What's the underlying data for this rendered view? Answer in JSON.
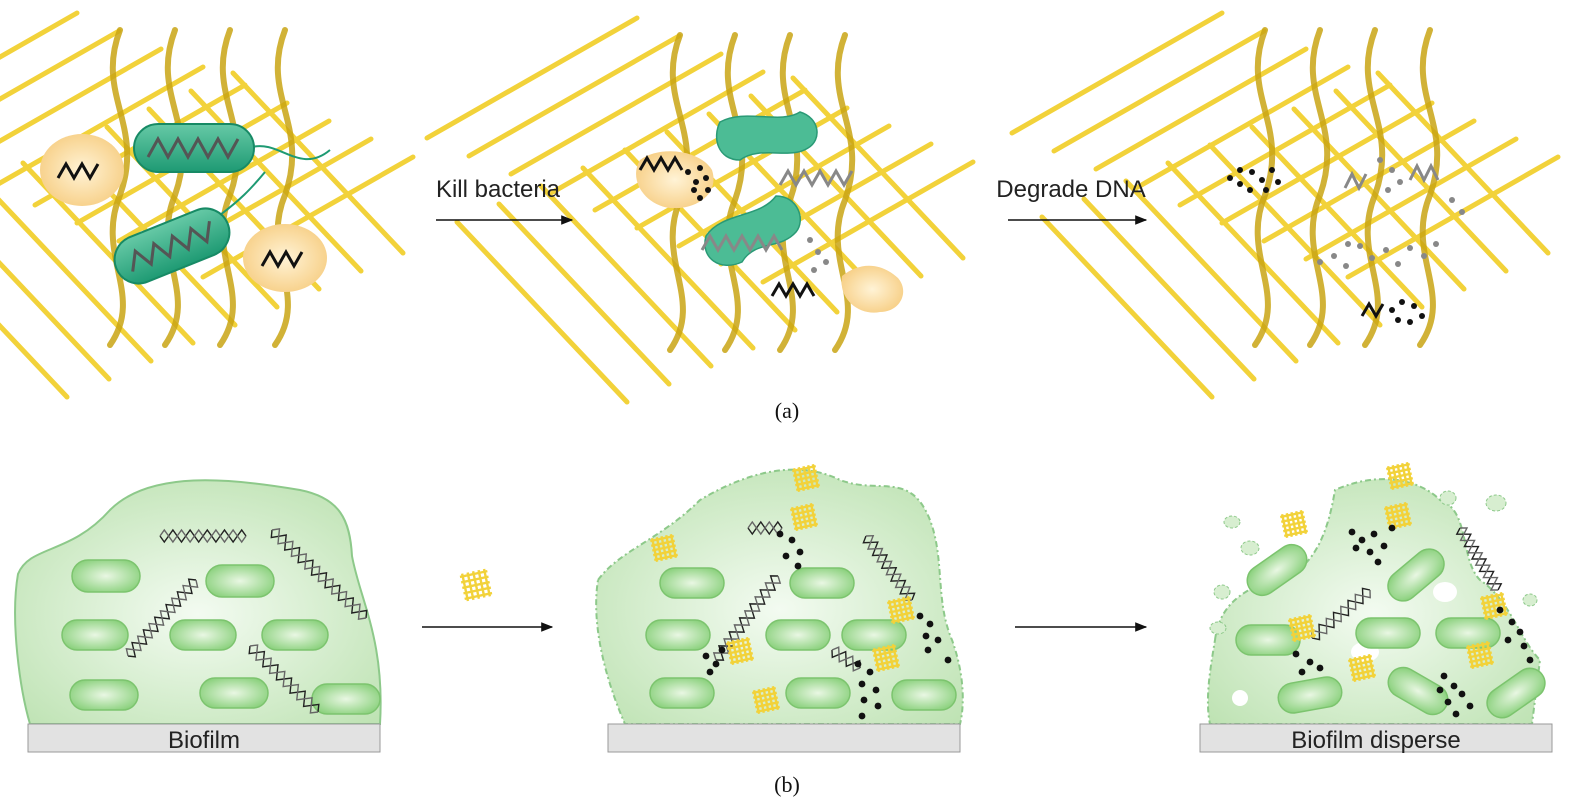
{
  "panel_a": {
    "caption": "(a)",
    "arrow1_label": "Kill bacteria",
    "arrow2_label": "Degrade DNA"
  },
  "panel_b": {
    "caption": "(b)",
    "substrate1_label": "Biofilm",
    "substrate3_label": "Biofilm disperse"
  },
  "colors": {
    "mesh": "#f2d23a",
    "mesh_dark": "#c9a414",
    "bacterium_green": "#2fae86",
    "yeast": "#fbd89a",
    "biofilm": "#cde9c4",
    "biofilm_edge": "#8dc98a",
    "rod": "#9fd98f",
    "substrate": "#e2e2e2"
  }
}
